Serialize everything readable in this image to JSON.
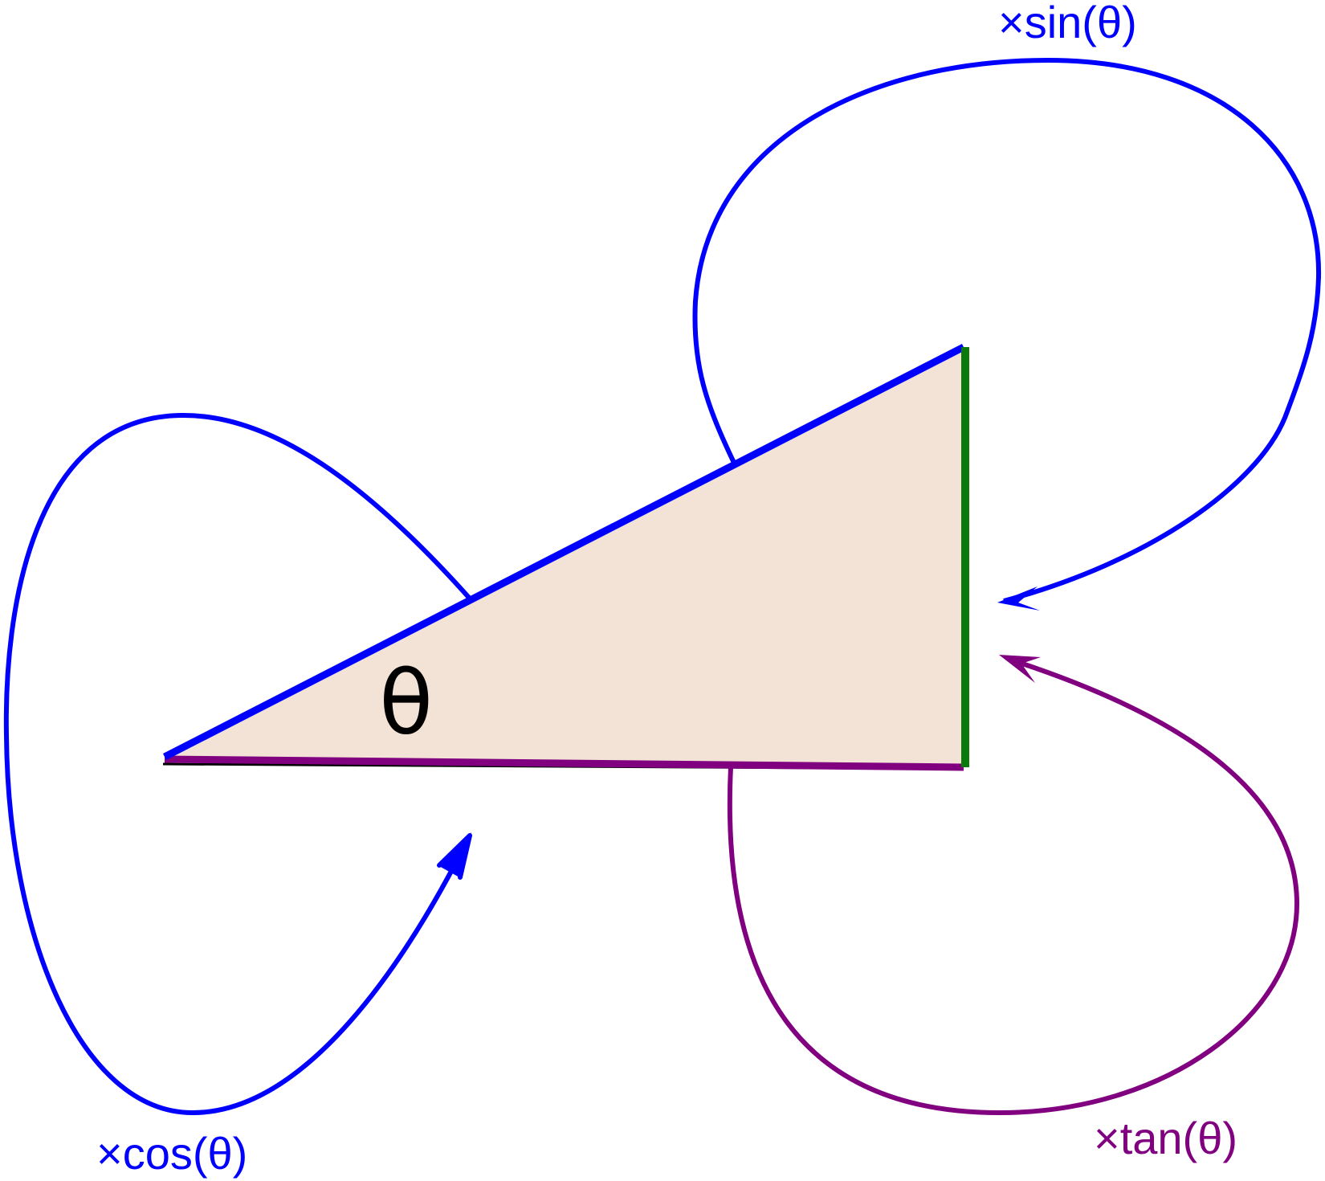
{
  "diagram": {
    "angle_label": "θ",
    "cos_label": "×cos(θ)",
    "sin_label": "×sin(θ)",
    "tan_label": "×tan(θ)"
  },
  "colors": {
    "triangle_fill": "#f2e3d6",
    "hypotenuse": "#0000ff",
    "opposite_side": "#0a7a0a",
    "adjacent_side": "#800080",
    "cos_arrow": "#0000ff",
    "sin_arrow": "#0000ff",
    "tan_arrow": "#800080",
    "angle_text": "#000000",
    "cos_text": "#0000ff",
    "sin_text": "#0000ff",
    "tan_text": "#800080"
  }
}
